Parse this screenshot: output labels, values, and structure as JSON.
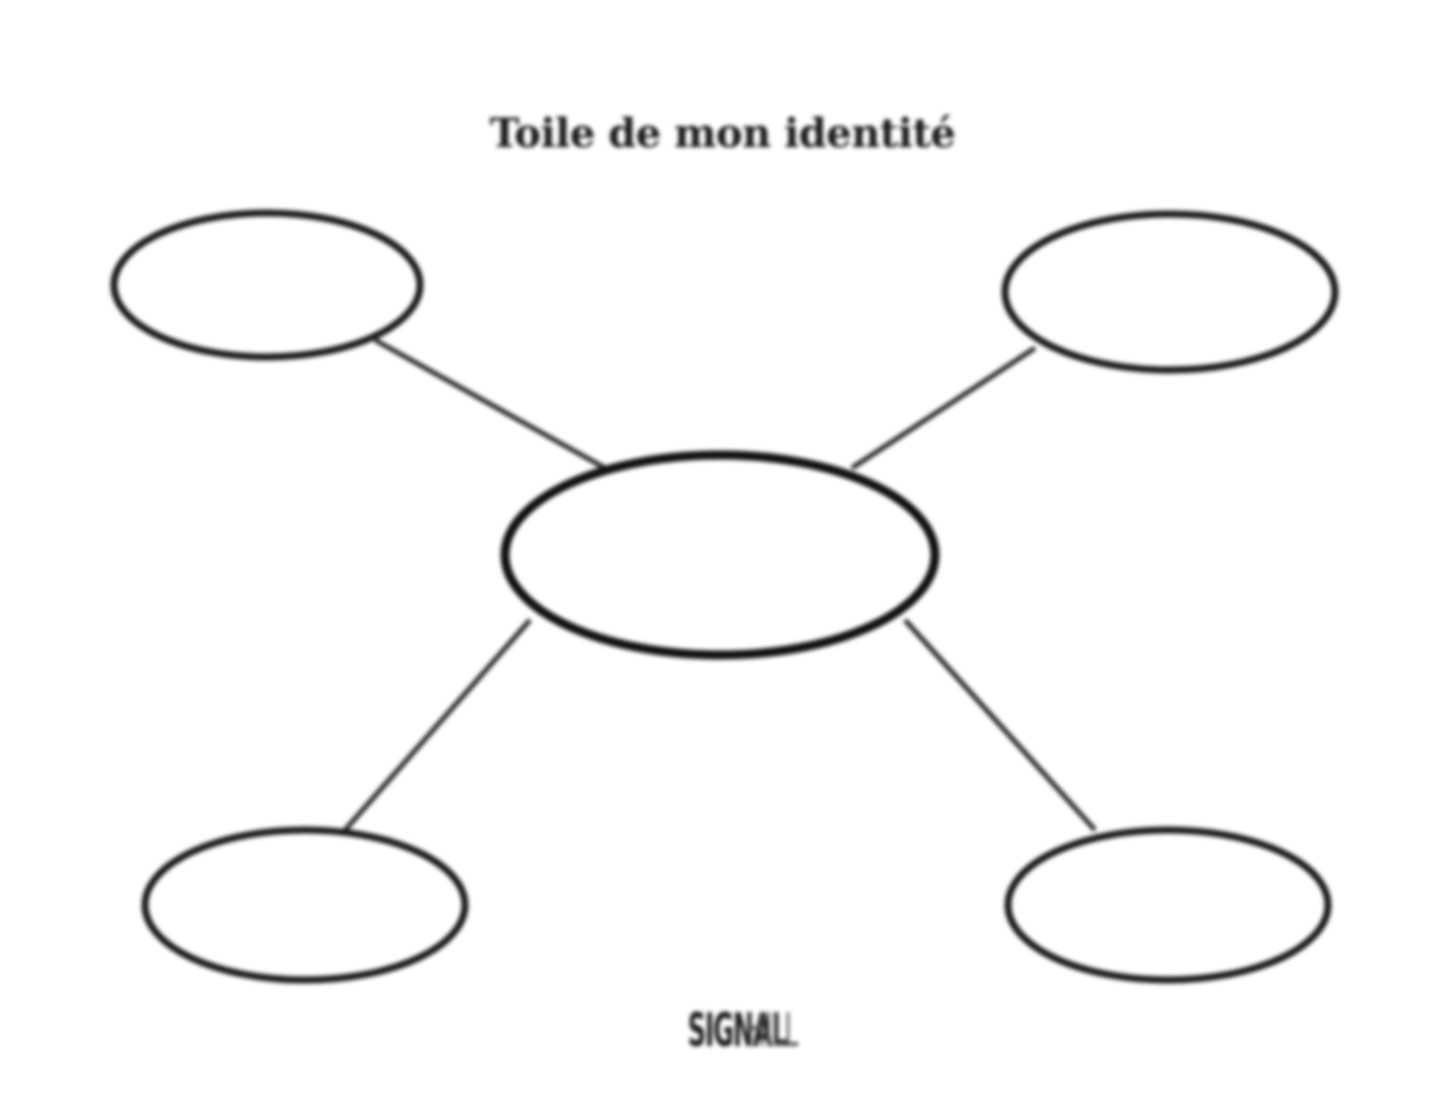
{
  "title": "Toile de mon identité",
  "logo": {
    "part1": "SIGNAL",
    "part2": "HILL"
  },
  "colors": {
    "stroke": "#1a1a1a",
    "background": "#ffffff"
  }
}
